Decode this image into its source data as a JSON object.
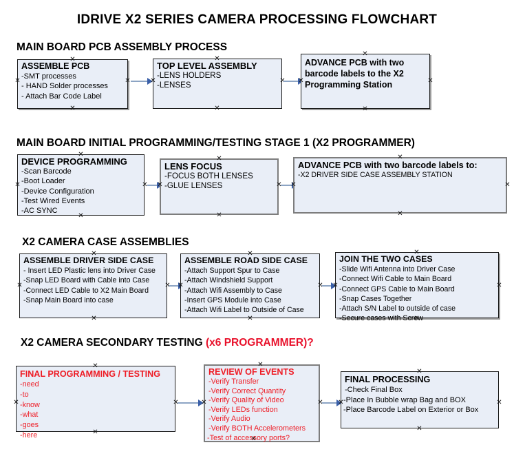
{
  "document": {
    "title": "IDRIVE X2  SERIES CAMERA PROCESSING FLOWCHART"
  },
  "theme": {
    "box_fill": "#e9eef7",
    "box_border": "#1a1a1a",
    "gray_border": "#7d7d7d",
    "connector": "#8ca4c4",
    "arrow_head": "#3a5fa8",
    "accent_red": "#ee1c25",
    "text": "#000000"
  },
  "sections": [
    {
      "heading": "MAIN BOARD PCB ASSEMBLY PROCESS",
      "heading_accent": "",
      "boxes": [
        {
          "title": "ASSEMBLE PCB",
          "lines": [
            "-SMT processes",
            "- HAND Solder processes",
            "- Attach Bar Code Label"
          ]
        },
        {
          "title": "TOP LEVEL ASSEMBLY",
          "lines": [
            "-LENS HOLDERS",
            "-LENSES"
          ]
        },
        {
          "title": "ADVANCE PCB with two barcode labels to the  X2 Programming Station",
          "lines": []
        }
      ]
    },
    {
      "heading": "MAIN BOARD INITIAL PROGRAMMING/TESTING STAGE 1 (X2 PROGRAMMER)",
      "heading_accent": "",
      "boxes": [
        {
          "title": "DEVICE PROGRAMMING",
          "lines": [
            "-Scan Barcode",
            "-Boot Loader",
            "-Device Configuration",
            "-Test Wired Events",
            "-AC SYNC"
          ]
        },
        {
          "title": "LENS FOCUS",
          "lines": [
            "-FOCUS BOTH LENSES",
            "-GLUE LENSES"
          ]
        },
        {
          "title": "ADVANCE PCB with two barcode labels to:",
          "lines": [
            "-X2 DRIVER  SIDE  CASE  ASSEMBLY STATION"
          ]
        }
      ]
    },
    {
      "heading": "X2 CAMERA CASE ASSEMBLIES",
      "heading_accent": "",
      "boxes": [
        {
          "title": "ASSEMBLE DRIVER SIDE CASE",
          "lines": [
            "- Insert LED Plastic lens into Driver Case",
            "-Snap LED Board with Cable into Case",
            "-Connect LED Cable to X2 Main Board",
            "-Snap Main Board into case"
          ]
        },
        {
          "title": "ASSEMBLE ROAD SIDE CASE",
          "lines": [
            "-Attach Support Spur to Case",
            "-Attach Windshield Support",
            "-Attach Wifi Assembly to Case",
            "-Insert GPS Module into Case",
            "-Attach Wifi Label to Outside of Case"
          ]
        },
        {
          "title": "JOIN THE TWO CASES",
          "lines": [
            "-Slide Wifi Antenna into Driver Case",
            "-Connect Wifi Cable to Main Board",
            "-Connect GPS Cable to Main Board",
            "-Snap Cases Together",
            "-Attach S/N Label to outside of case",
            "-Secure cases with Screw"
          ]
        }
      ]
    },
    {
      "heading": "X2 CAMERA SECONDARY TESTING ",
      "heading_accent": "(x6 PROGRAMMER)?",
      "boxes": [
        {
          "title": "FINAL PROGRAMMING / TESTING",
          "lines": [
            "-need",
            "-to",
            "-know",
            "-what",
            "-goes",
            "-here"
          ]
        },
        {
          "title": "REVIEW OF EVENTS",
          "lines": [
            "-Verify Transfer",
            "-Verify Correct Quantity",
            "-Verify Quality of Video",
            "-Verify LEDs function",
            "-Verify Audio",
            "-Verify BOTH Accelerometers",
            "-Test of accessory ports?"
          ]
        },
        {
          "title": "FINAL PROCESSING",
          "lines": [
            " -Check Final Box",
            "-Place In Bubble wrap Bag and BOX",
            "-Place Barcode Label on Exterior or Box"
          ]
        }
      ]
    }
  ]
}
